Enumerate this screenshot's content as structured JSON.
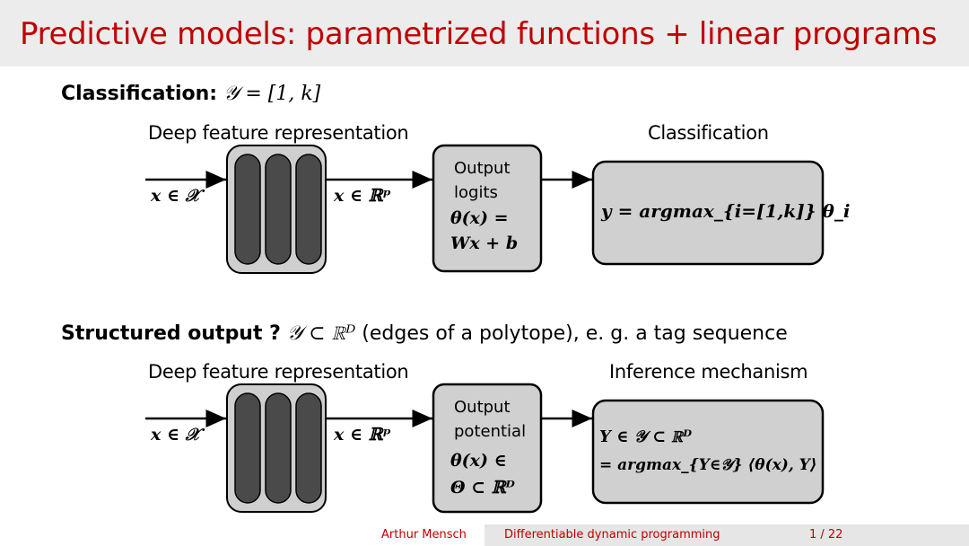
{
  "slide": {
    "title": "Predictive models: parametrized functions + linear programs"
  },
  "section1": {
    "heading_bold": "Classification:",
    "heading_math": "𝒴 = [1, k]",
    "left_label": "Deep feature representation",
    "right_label": "Classification",
    "input": "x ∈ 𝒳",
    "feature": "x ∈ ℝᵖ",
    "box_line1": "Output",
    "box_line2": "logits",
    "box_math1": "θ(x) =",
    "box_math2": "Wx + b",
    "result": "y = argmax_{i=[1,k]} θ_i"
  },
  "section2": {
    "heading_bold": "Structured output ?",
    "heading_math": "𝒴 ⊂ ℝᴰ",
    "heading_rest": "(edges of a polytope), e. g. a tag sequence",
    "left_label": "Deep feature representation",
    "right_label": "Inference mechanism",
    "input": "x ∈ 𝒳",
    "feature": "x ∈ ℝᵖ",
    "box_line1": "Output",
    "box_line2": "potential",
    "box_math1": "θ(x) ∈",
    "box_math2": "Θ ⊂ ℝᴰ",
    "result_line1": "Y ∈ 𝒴 ⊂ ℝᴰ",
    "result_line2": "= argmax_{Y∈𝒴} ⟨θ(x), Y⟩"
  },
  "footer": {
    "author": "Arthur Mensch",
    "talk_title": "Differentiable dynamic programming",
    "page": "1 / 22"
  },
  "colors": {
    "title": "#c00000",
    "title_bar": "#ececec",
    "box_fill": "#d0d0d0",
    "column_fill": "#4a4a4a"
  }
}
